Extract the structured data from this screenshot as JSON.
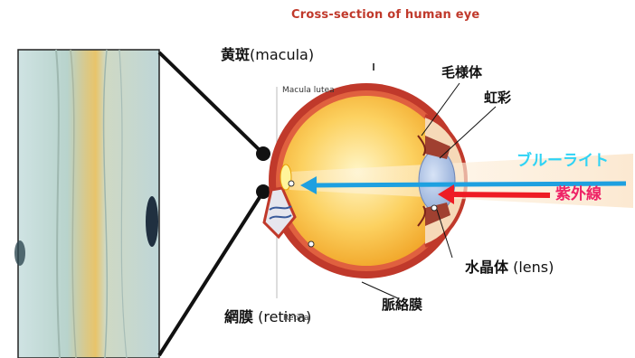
{
  "title": "Cross-section of human eye",
  "labels": {
    "macula_ja": "黄斑",
    "macula_en": "(macula)",
    "ciliary_body": "毛様体",
    "iris": "虹彩",
    "blue_light": "ブルーライト",
    "ultraviolet": "紫外線",
    "lens_ja": "水晶体",
    "lens_en": " (lens)",
    "choroid": "脈絡膜",
    "retina_ja": "網膜",
    "retina_en": " (retina)",
    "macula_lutea": "Macula lutea",
    "retina_small": "Retina"
  },
  "colors": {
    "title": "#c0392b",
    "blue_light_arrow": "#1ea0e0",
    "blue_light_text": "#2fd3f5",
    "uv_arrow": "#ee1c24",
    "uv_text": "#ee2266",
    "sclera": "#c0392b",
    "vitreous": "#f6b52a"
  }
}
